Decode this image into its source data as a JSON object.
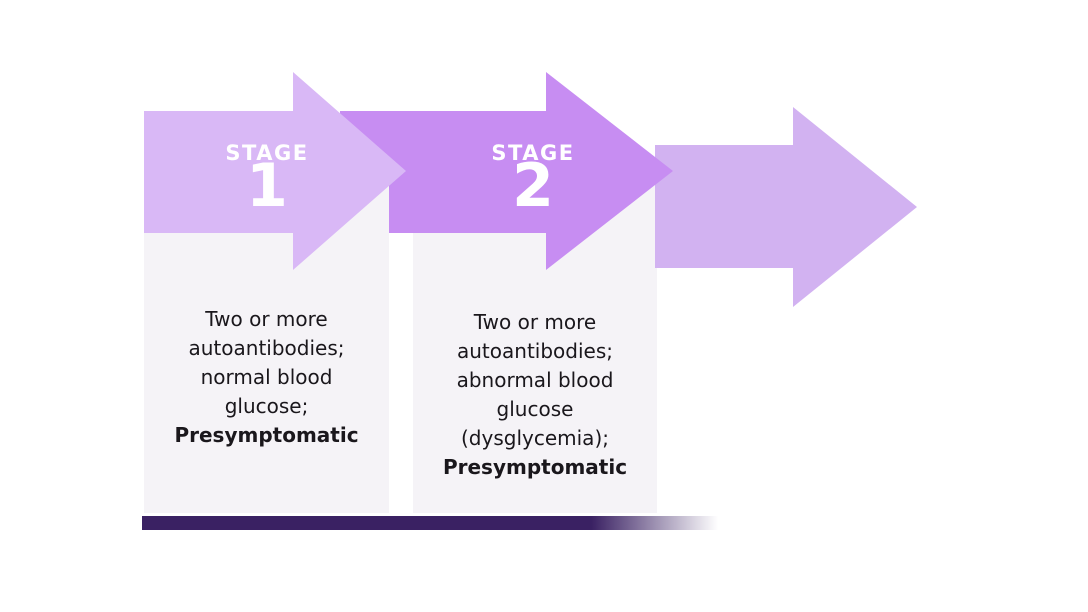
{
  "diagram": {
    "type": "staged-progression-arrows",
    "stages": [
      {
        "label": "STAGE",
        "number": "1",
        "description_lines": [
          "Two or more",
          "autoantibodies;",
          "normal blood",
          "glucose;"
        ],
        "emphasis": "Presymptomatic"
      },
      {
        "label": "STAGE",
        "number": "2",
        "description_lines": [
          "Two or more",
          "autoantibodies;",
          "abnormal blood",
          "glucose",
          "(dysglycemia);"
        ],
        "emphasis": "Presymptomatic"
      },
      {
        "label": "",
        "number": "",
        "description_lines": [],
        "emphasis": ""
      }
    ],
    "colors": {
      "arrow_stage1": "#d9b8f6",
      "arrow_stage2": "#c78df2",
      "arrow_stage3": "#d2b2f1",
      "panel_bg": "#f5f3f7",
      "underline_bar": "#3a2163",
      "stage_label_text": "#ffffff",
      "body_text": "#1a171c",
      "background": "#ffffff"
    }
  }
}
